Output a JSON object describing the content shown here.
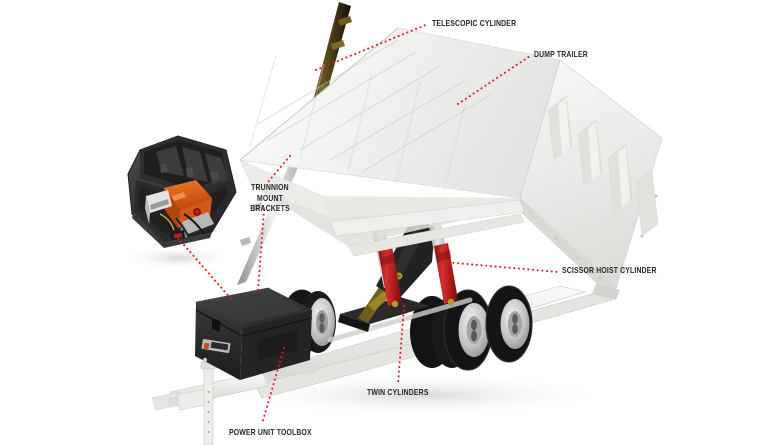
{
  "diagram": {
    "title": "Dump Trailer Cutaway Diagram",
    "background_color": "#ffffff",
    "leader_color": "#e2181c",
    "label_color": "#262626"
  },
  "callouts": [
    {
      "id": "telescopic-cylinder",
      "label": "TELESCOPIC CYLINDER"
    },
    {
      "id": "dump-trailer",
      "label": "DUMP TRAILER"
    },
    {
      "id": "trunnion-mount-brackets",
      "label_line1": "TRUNNION MOUNT",
      "label_line2": "BRACKETS"
    },
    {
      "id": "scissor-hoist-cylinder",
      "label": "SCISSOR HOIST CYLINDER"
    },
    {
      "id": "twin-cylinders",
      "label": "TWIN CYLINDERS"
    },
    {
      "id": "power-unit-toolbox",
      "label": "POWER UNIT TOOLBOX"
    }
  ],
  "parts": {
    "body_color": "#f0f0ee",
    "body_shadow": "#d2d2ce",
    "frame_color": "#e8e8e6",
    "cylinder_red": "#cc2222",
    "toolbox_black": "#2b2b2b",
    "power_unit_orange": "#e8641c",
    "tire_black": "#1a1a1a",
    "rim_chrome": "#cfcfcf",
    "telescopic_tube": "#3a2f16"
  },
  "inset": {
    "name": "power-unit-toolbox-cutaway",
    "contents": "hydraulic power unit"
  }
}
